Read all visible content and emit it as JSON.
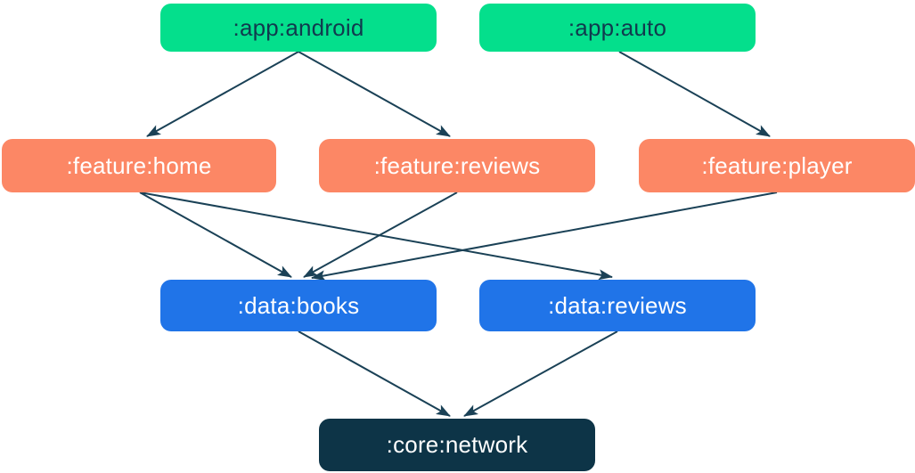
{
  "colors": {
    "background": "#ffffff",
    "app_fill": "#04df8c",
    "app_text": "#113a4e",
    "feature_fill": "#fc8765",
    "feature_text": "#ffffff",
    "data_fill": "#2074e8",
    "data_text": "#ffffff",
    "core_fill": "#0d3447",
    "core_text": "#ffffff",
    "arrow": "#1a4156"
  },
  "nodes": {
    "app_android": {
      "label": ":app:android",
      "group": "app"
    },
    "app_auto": {
      "label": ":app:auto",
      "group": "app"
    },
    "feature_home": {
      "label": ":feature:home",
      "group": "feature"
    },
    "feature_reviews": {
      "label": ":feature:reviews",
      "group": "feature"
    },
    "feature_player": {
      "label": ":feature:player",
      "group": "feature"
    },
    "data_books": {
      "label": ":data:books",
      "group": "data"
    },
    "data_reviews": {
      "label": ":data:reviews",
      "group": "data"
    },
    "core_network": {
      "label": ":core:network",
      "group": "core"
    }
  },
  "edges": [
    {
      "from": "app_android",
      "to": "feature_home"
    },
    {
      "from": "app_android",
      "to": "feature_reviews"
    },
    {
      "from": "app_auto",
      "to": "feature_player"
    },
    {
      "from": "feature_home",
      "to": "data_books"
    },
    {
      "from": "feature_home",
      "to": "data_reviews"
    },
    {
      "from": "feature_reviews",
      "to": "data_books"
    },
    {
      "from": "feature_player",
      "to": "data_books"
    },
    {
      "from": "data_books",
      "to": "core_network"
    },
    {
      "from": "data_reviews",
      "to": "core_network"
    }
  ]
}
